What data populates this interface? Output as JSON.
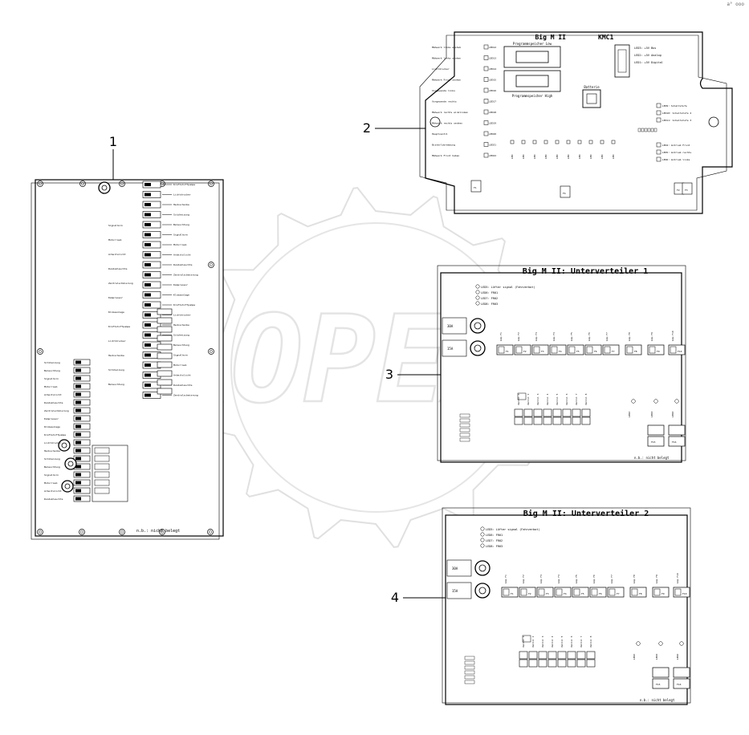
{
  "corner_code": "a° ooo",
  "watermark": "OPEX",
  "callouts": [
    "1",
    "2",
    "3",
    "4"
  ],
  "panel1": {
    "footer": "n.b.: nicht belegt"
  },
  "panel2": {
    "title": "Big M II",
    "subtitle": "KMC1",
    "prog_low": "Programmspeicher Low",
    "prog_high": "Programmspeicher High",
    "batterie": "Batterie",
    "right_top": [
      "LED3: +5V Bus",
      "LED2: +5V Analog",
      "LED1: +5V Digital"
    ],
    "left_leds": [
      "Mähwerk links aushub",
      "LED12",
      "Mähwerk links senken",
      "LED13",
      "Lichtdrucker",
      "LED14",
      "Mähwerk Front senken",
      "LED15",
      "Vorgewende links",
      "LED16",
      "Vorgewende rechts",
      "LED17",
      "Mähwerk rechts einklinken",
      "LED18",
      "Mähwerk rechts senken",
      "LED19",
      "Hauptventil",
      "LED20",
      "Bisterlobremsung",
      "LED21",
      "Mähwerk Front heben",
      "LED22"
    ],
    "right_leds": [
      "LED9: Schaltstufe",
      "LED10: Schaltstufe 2",
      "LED11: Schaltstufe 3",
      "LED4: Antrieb Front",
      "LED5: Antrieb rechts",
      "LED6: Antrieb links"
    ]
  },
  "panel3": {
    "title": "Big M II: Unterverteiler 1",
    "footer": "n.b.: nicht belegt",
    "top_legend": [
      "LED5: Lüfter signal (Fahrverbot)",
      "LED6: FR01",
      "LED7: FR02",
      "LED8: FR03"
    ],
    "labels": [
      "LED1",
      "LED2",
      "LED3",
      "LED4",
      "F1",
      "F2",
      "F3",
      "F4",
      "F5",
      "F6",
      "F7",
      "F8",
      "F9",
      "F10",
      "F11",
      "F12",
      "F13",
      "F14",
      "F15",
      "F16",
      "F17",
      "F18",
      "F19",
      "F20"
    ]
  },
  "panel4": {
    "title": "Big M II: Unterverteiler 2",
    "footer": "n.b.: nicht belegt",
    "top_legend": [
      "LED5: Lüfter signal (Fahrverbot)",
      "LED6: FR01",
      "LED7: FR02",
      "LED8: FR03"
    ],
    "labels": [
      "LED1",
      "LED2",
      "LED3",
      "LED4",
      "F1",
      "F2",
      "F3",
      "F4",
      "F5",
      "F6",
      "F7",
      "F8",
      "F9",
      "F10",
      "F11",
      "F12",
      "F13",
      "F14",
      "F15",
      "F16",
      "F17",
      "F18",
      "F19",
      "F20"
    ]
  }
}
